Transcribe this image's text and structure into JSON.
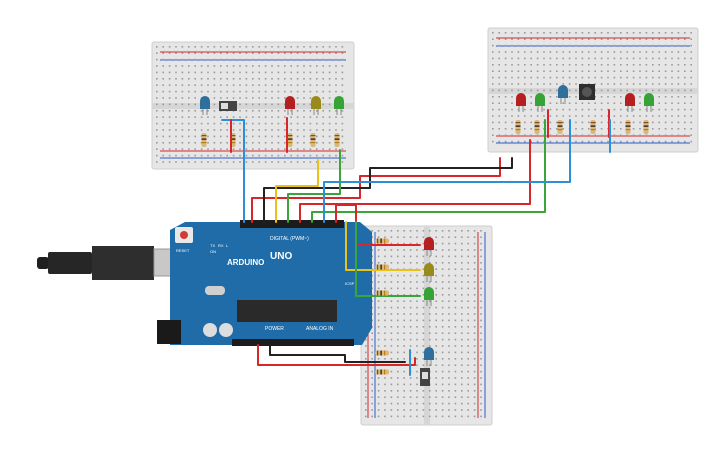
{
  "board": {
    "brand": "ARDUINO",
    "model": "UNO",
    "digital_label": "DIGITAL (PWM~)",
    "power_label": "POWER",
    "analog_label": "ANALOG IN",
    "reset_label": "RESET",
    "on_label": "ON",
    "tx_label": "TX",
    "rx_label": "RX",
    "l_label": "L",
    "icsp_label": "ICSP"
  },
  "colors": {
    "board": "#1f6ca8",
    "wire_red": "#d9262b",
    "wire_black": "#222222",
    "wire_yellow": "#e8c21a",
    "wire_green": "#3aa53a",
    "wire_blue": "#2d8fd6",
    "led_red": "#b51f1f",
    "led_yellow": "#9a8a1c",
    "led_green": "#35a335",
    "led_blue": "#2f6f9c"
  }
}
